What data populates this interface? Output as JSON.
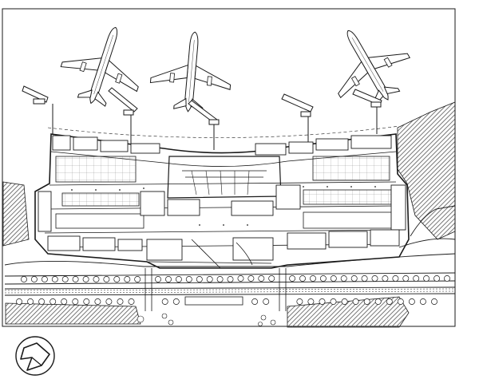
{
  "drawing": {
    "line_color": "#1a1a1a",
    "background": "#ffffff",
    "hatch_color": "#555555",
    "tree_count_upper_row": 42,
    "tree_count_lower_row": 38,
    "aircraft": [
      {
        "id": "aircraft-left",
        "icon": "airplane-icon"
      },
      {
        "id": "aircraft-center",
        "icon": "airplane-icon"
      },
      {
        "id": "aircraft-right",
        "icon": "airplane-icon"
      }
    ],
    "north_arrow_icon": "compass-rose-icon"
  }
}
